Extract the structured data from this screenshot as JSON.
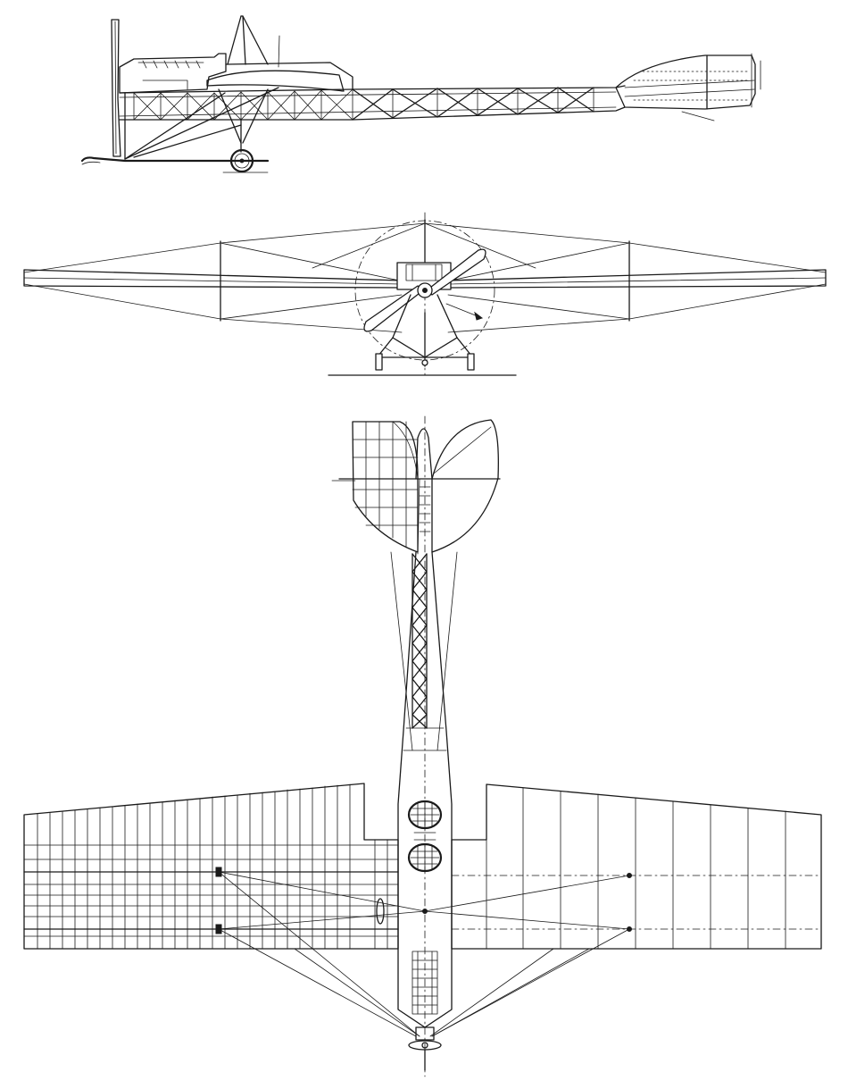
{
  "sheet": {
    "subject": "monoplane-three-view",
    "views": [
      "side",
      "front",
      "plan"
    ]
  },
  "colors": {
    "ink": "#1a1a1a",
    "paper": "#ffffff"
  }
}
